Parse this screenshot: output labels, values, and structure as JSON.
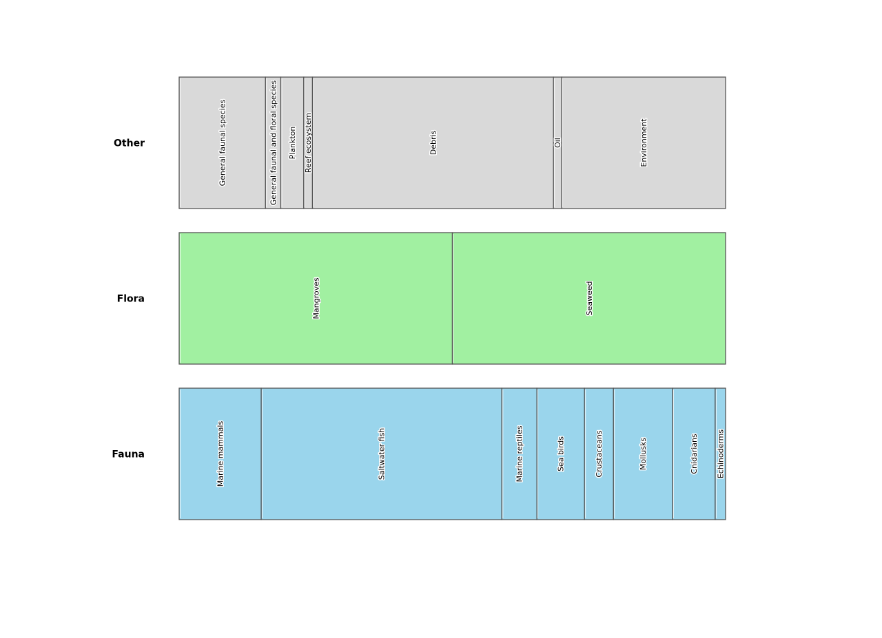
{
  "chart_data": {
    "type": "bar",
    "orientation": "horizontal",
    "stacked": true,
    "normalized": true,
    "title": "",
    "xlabel": "",
    "ylabel": "",
    "xlim": [
      0,
      100
    ],
    "grid": false,
    "rows": [
      {
        "name": "Other",
        "color": "#d9d9d9",
        "segments": [
          {
            "label": "General faunal species",
            "value": 15.8
          },
          {
            "label": "General faunal and floral species",
            "value": 2.8
          },
          {
            "label": "Plankton",
            "value": 4.2
          },
          {
            "label": "Reef ecosystem",
            "value": 1.6
          },
          {
            "label": "Debris",
            "value": 44.1
          },
          {
            "label": "Oil",
            "value": 1.5
          },
          {
            "label": "Environment",
            "value": 30.0
          }
        ]
      },
      {
        "name": "Flora",
        "color": "#a1f0a1",
        "segments": [
          {
            "label": "Mangroves",
            "value": 50.0
          },
          {
            "label": "Seaweed",
            "value": 50.0
          }
        ]
      },
      {
        "name": "Fauna",
        "color": "#9ad5ec",
        "segments": [
          {
            "label": "Marine mammals",
            "value": 15.0
          },
          {
            "label": "Saltwater fish",
            "value": 44.0
          },
          {
            "label": "Marine reptiles",
            "value": 6.4
          },
          {
            "label": "Sea birds",
            "value": 8.7
          },
          {
            "label": "Crustaceans",
            "value": 5.3
          },
          {
            "label": "Mollusks",
            "value": 10.8
          },
          {
            "label": "Cnidarians",
            "value": 7.8
          },
          {
            "label": "Echinoderms",
            "value": 1.9
          }
        ]
      }
    ]
  }
}
